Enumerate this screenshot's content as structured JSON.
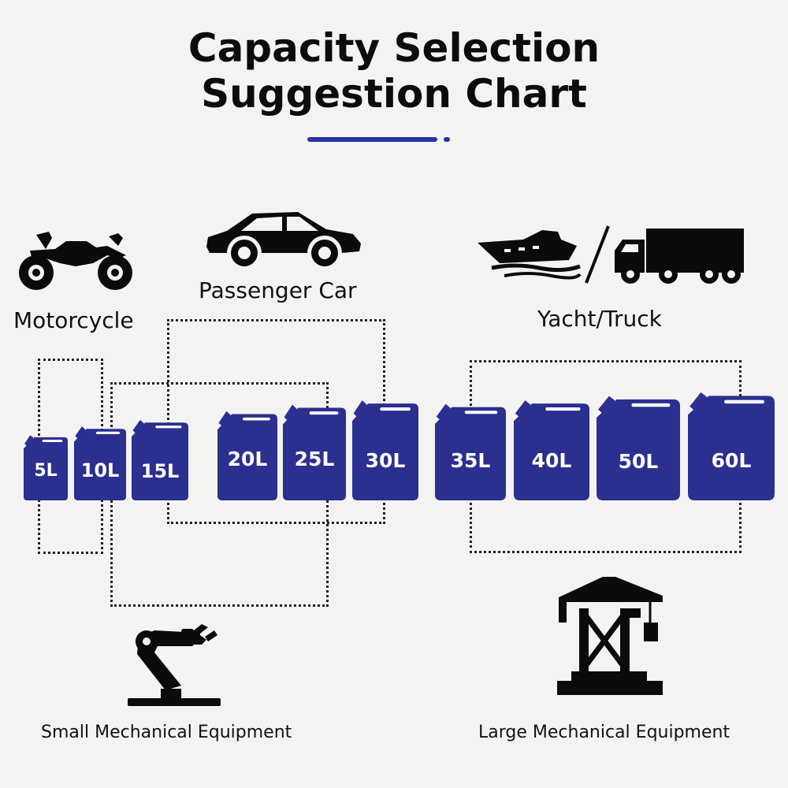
{
  "title": {
    "line1": "Capacity Selection",
    "line2": "Suggestion Chart"
  },
  "colors": {
    "accent": "#2733a8",
    "can_fill": "#2b2f8f",
    "icon": "#0b0b0b"
  },
  "categories": {
    "motorcycle": {
      "label": "Motorcycle",
      "icon": "motorcycle-icon",
      "capacities": [
        "5L",
        "10L"
      ]
    },
    "passenger_car": {
      "label": "Passenger Car",
      "icon": "car-icon",
      "capacities": [
        "15L",
        "20L",
        "25L",
        "30L"
      ]
    },
    "yacht_truck": {
      "label": "Yacht/Truck",
      "icons": [
        "yacht-icon",
        "truck-icon"
      ],
      "capacities": [
        "35L",
        "40L",
        "50L",
        "60L"
      ]
    },
    "small_mechanical": {
      "label": "Small Mechanical Equipment",
      "icon": "robot-arm-icon",
      "capacities": [
        "10L",
        "15L",
        "20L",
        "25L"
      ]
    },
    "large_mechanical": {
      "label": "Large Mechanical Equipment",
      "icon": "crane-icon",
      "capacities": [
        "35L",
        "40L",
        "50L",
        "60L"
      ]
    }
  },
  "cans": [
    {
      "label": "5L"
    },
    {
      "label": "10L"
    },
    {
      "label": "15L"
    },
    {
      "label": "20L"
    },
    {
      "label": "25L"
    },
    {
      "label": "30L"
    },
    {
      "label": "35L"
    },
    {
      "label": "40L"
    },
    {
      "label": "50L"
    },
    {
      "label": "60L"
    }
  ]
}
